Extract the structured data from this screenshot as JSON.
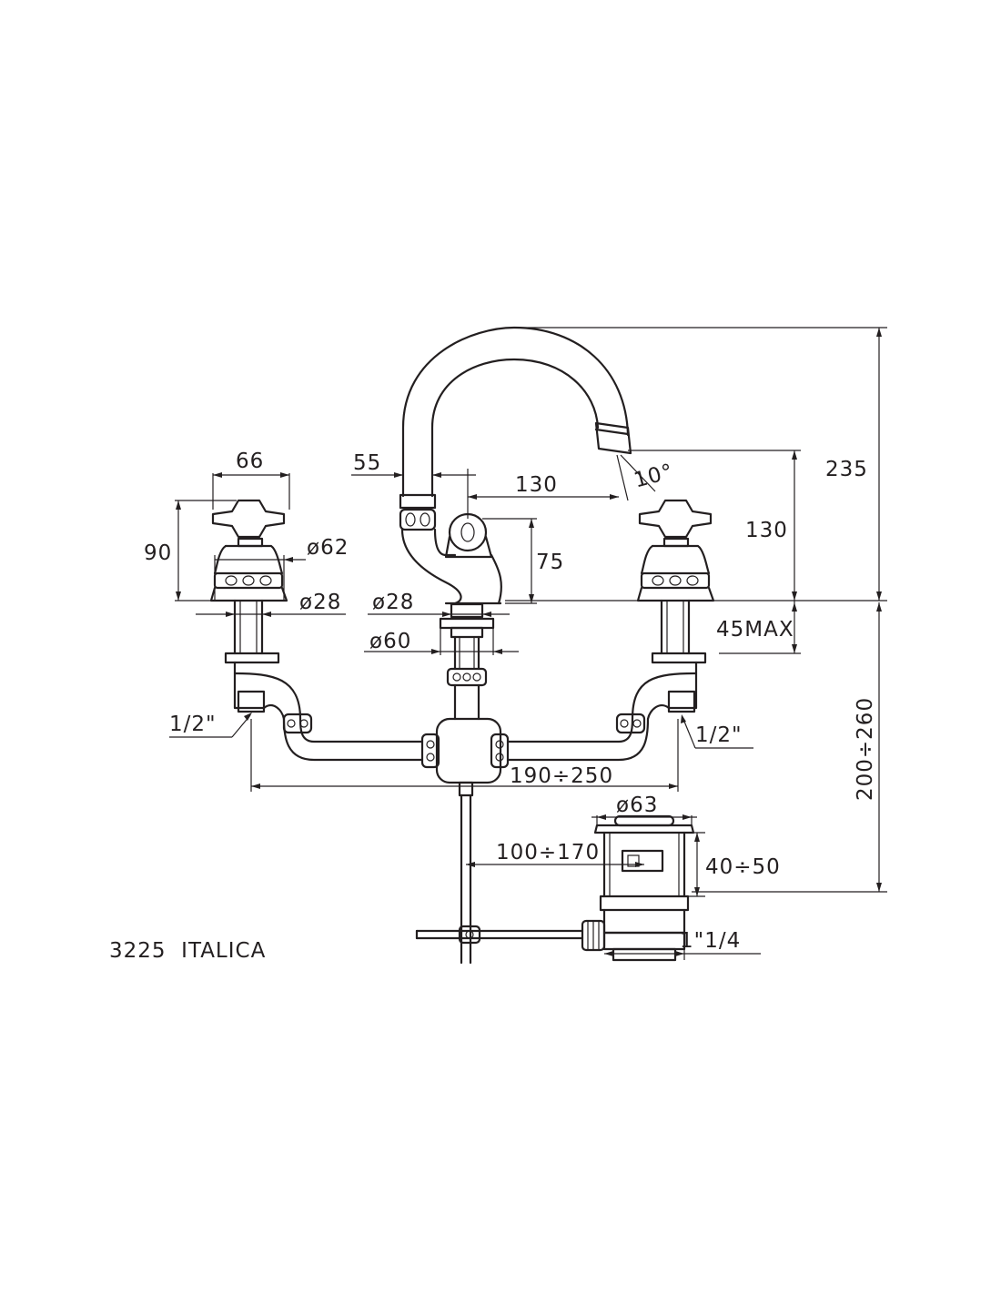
{
  "drawing": {
    "caption": "3225  ITALICA",
    "dimensions": {
      "handle_width": "66",
      "handle_height": "90",
      "base_diameter_left": "ø62",
      "stem_diameter_left": "ø28",
      "spout_offset": "55",
      "spout_reach": "130",
      "spout_angle": "10°",
      "overall_height": "235",
      "spout_height": "130",
      "body_height": "75",
      "spout_stem_diameter": "ø28",
      "spout_flange_diameter": "ø60",
      "deck_thickness": "45MAX",
      "inlet_left": "1/2\"",
      "inlet_right": "1/2\"",
      "tap_spacing": "190÷250",
      "below_deck_height": "200÷260",
      "waste_diameter": "ø63",
      "waste_offset": "100÷170",
      "waste_height": "40÷50",
      "waste_thread": "1\"1/4"
    }
  }
}
